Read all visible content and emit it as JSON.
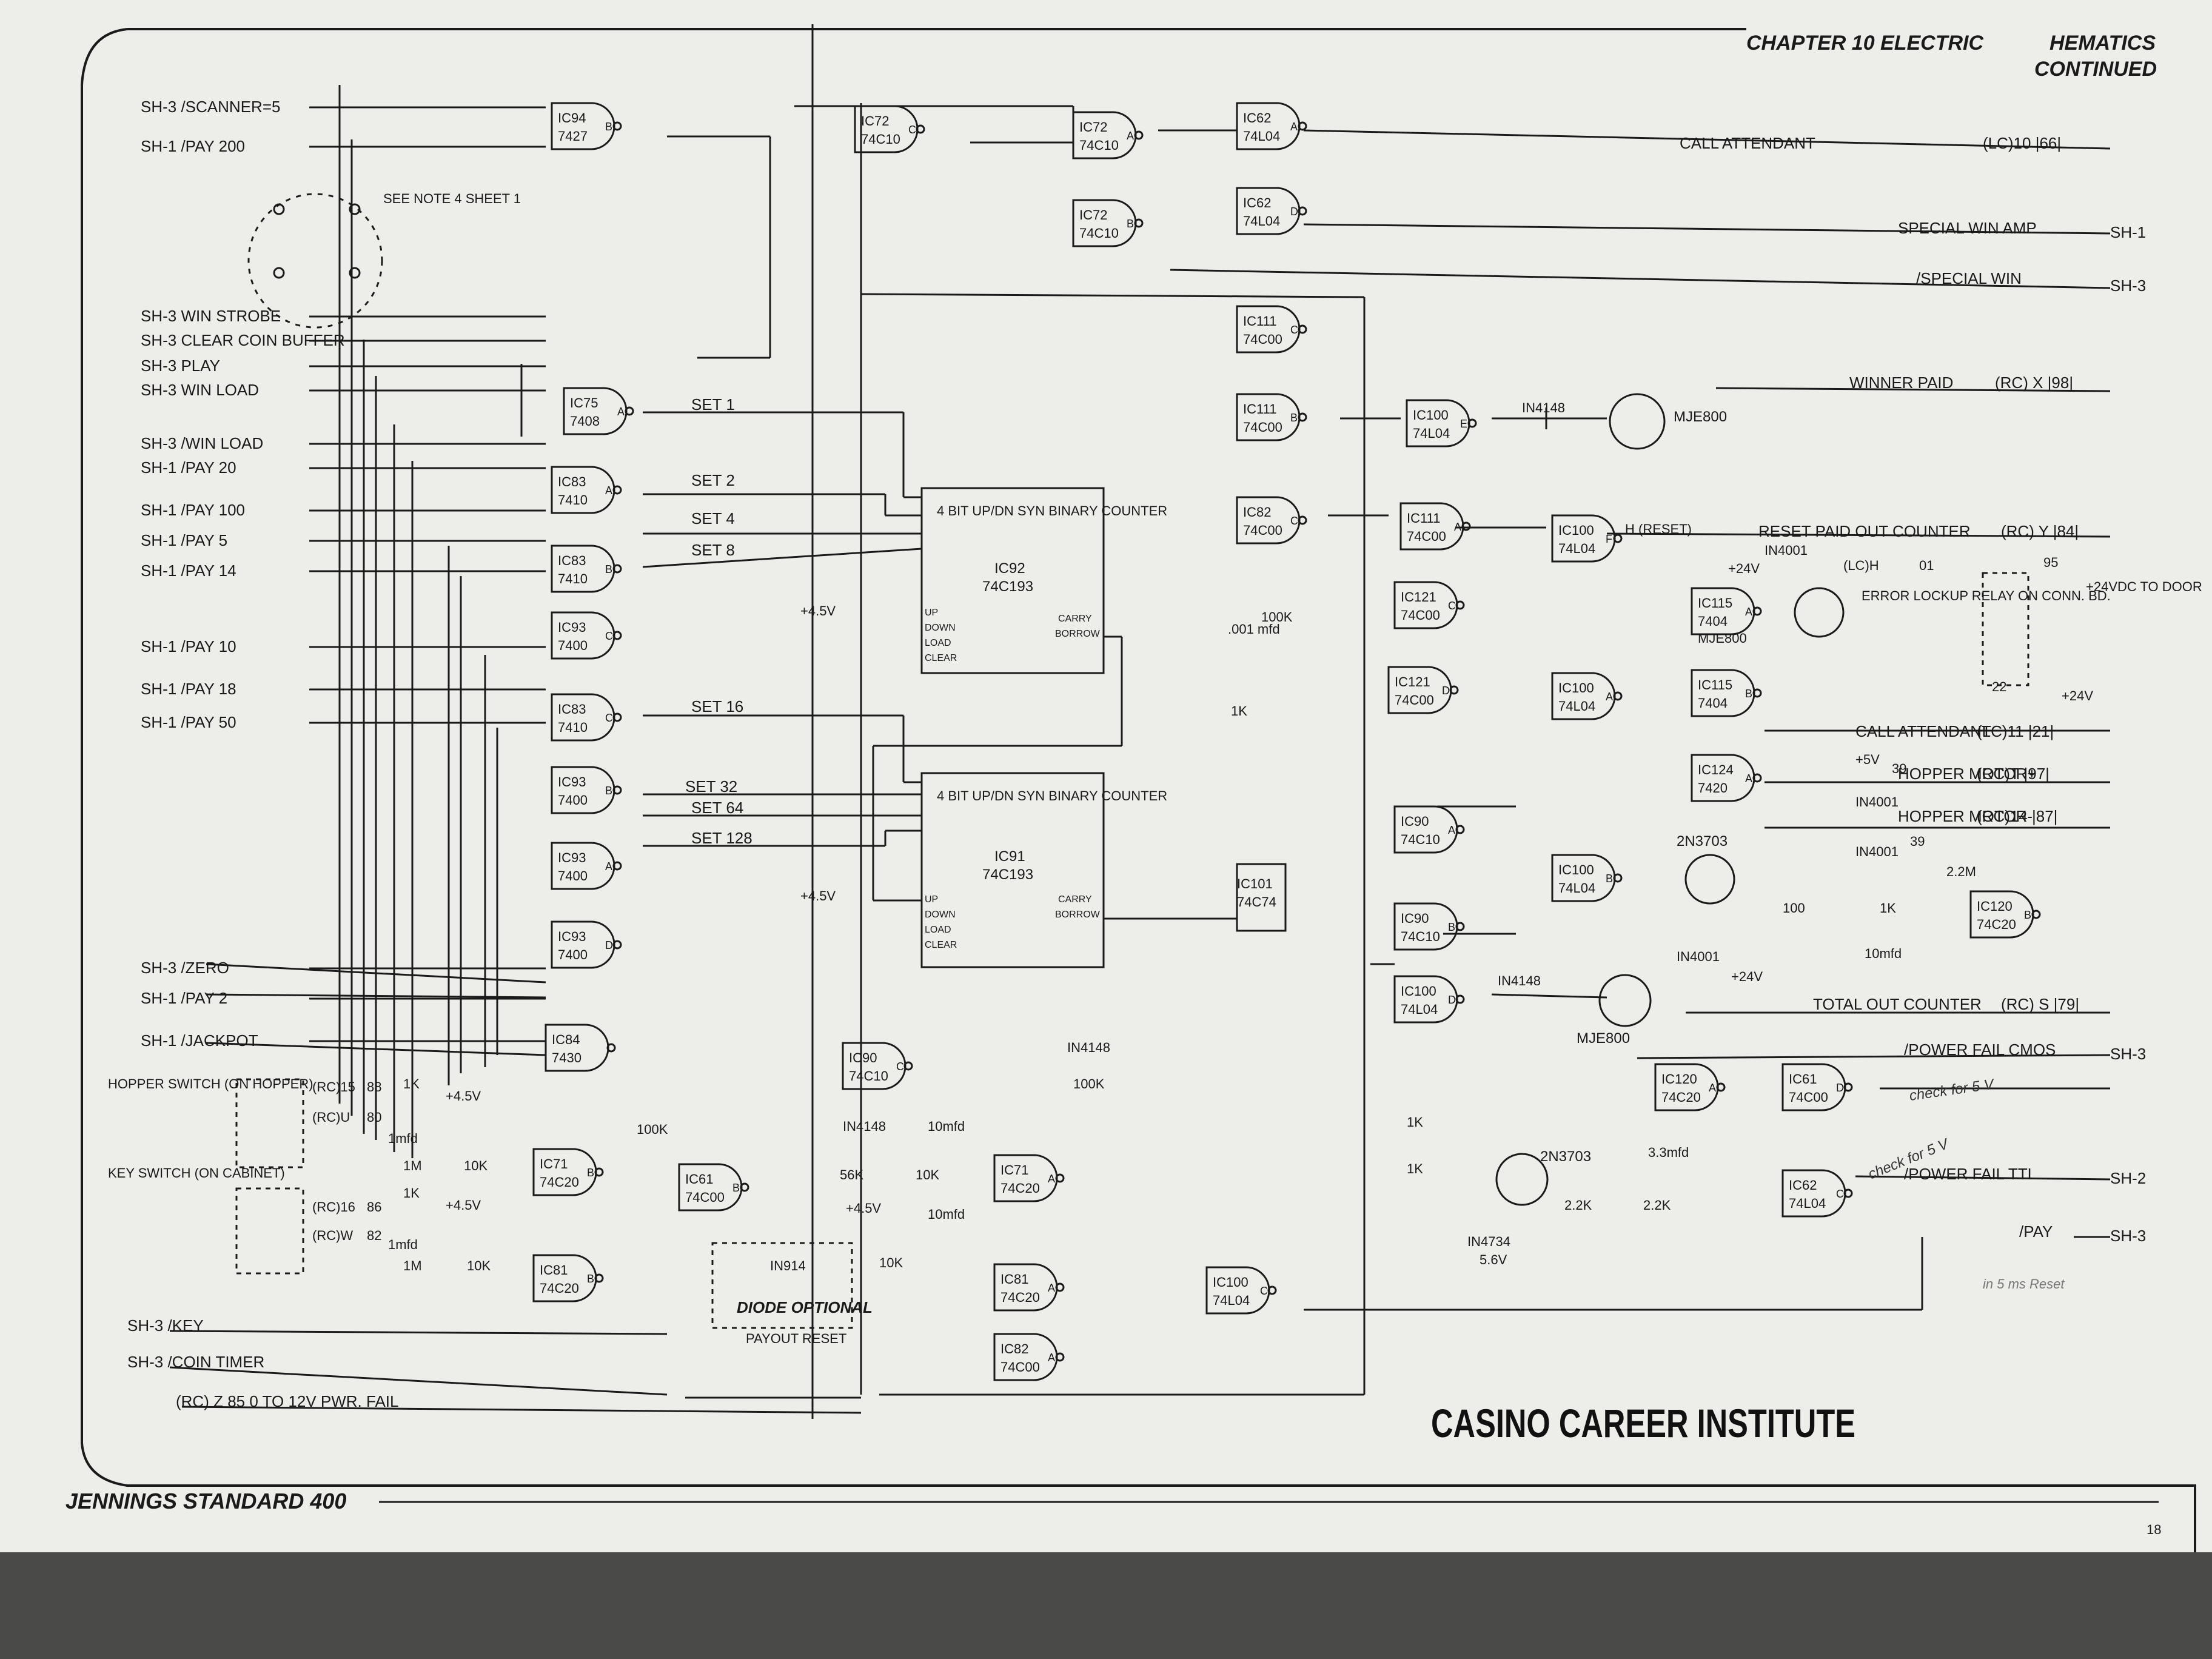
{
  "header": {
    "chapter": "CHAPTER 10 ELECTRIC",
    "chapter_suffix": "HEMATICS",
    "continued": "CONTINUED"
  },
  "footer": {
    "machine": "JENNINGS STANDARD 400",
    "institute": "CASINO CAREER INSTITUTE"
  },
  "inputs": [
    {
      "sheet": "SH-3",
      "label": "/SCANNER=5"
    },
    {
      "sheet": "SH-1",
      "label": "/PAY 200"
    },
    {
      "sheet": "SH-3",
      "label": "WIN STROBE"
    },
    {
      "sheet": "SH-3",
      "label": "CLEAR COIN BUFFER"
    },
    {
      "sheet": "SH-3",
      "label": "PLAY"
    },
    {
      "sheet": "SH-3",
      "label": "WIN LOAD"
    },
    {
      "sheet": "SH-3",
      "label": "/WIN LOAD"
    },
    {
      "sheet": "SH-1",
      "label": "/PAY 20"
    },
    {
      "sheet": "SH-1",
      "label": "/PAY 100"
    },
    {
      "sheet": "SH-1",
      "label": "/PAY 5"
    },
    {
      "sheet": "SH-1",
      "label": "/PAY 14"
    },
    {
      "sheet": "SH-1",
      "label": "/PAY 10"
    },
    {
      "sheet": "SH-1",
      "label": "/PAY 18"
    },
    {
      "sheet": "SH-1",
      "label": "/PAY 50"
    },
    {
      "sheet": "SH-3",
      "label": "/ZERO"
    },
    {
      "sheet": "SH-1",
      "label": "/PAY 2"
    },
    {
      "sheet": "SH-1",
      "label": "/JACKPOT"
    }
  ],
  "switches": {
    "hopper": "HOPPER SWITCH (ON HOPPER)",
    "key": "KEY SWITCH (ON CABINET)",
    "see_note": "SEE NOTE 4 SHEET 1",
    "connector_labels": [
      "(RC)15",
      "88",
      "(RC)U",
      "80",
      "(RC)16",
      "86",
      "(RC)W",
      "82"
    ],
    "bottom_inputs": [
      {
        "sheet": "SH-3",
        "label": "/KEY"
      },
      {
        "sheet": "SH-3",
        "label": "/COIN TIMER"
      },
      {
        "sheet": "(RC) Z",
        "label": "85  0 TO 12V PWR. FAIL"
      }
    ]
  },
  "gates": [
    {
      "id": "IC94",
      "part": "7427",
      "unit": "B"
    },
    {
      "id": "IC72",
      "part": "74C10",
      "unit": "C"
    },
    {
      "id": "IC72",
      "part": "74C10",
      "unit": "A"
    },
    {
      "id": "IC72",
      "part": "74C10",
      "unit": "B"
    },
    {
      "id": "IC62",
      "part": "74L04",
      "unit": "A"
    },
    {
      "id": "IC62",
      "part": "74L04",
      "unit": "D"
    },
    {
      "id": "IC111",
      "part": "74C00",
      "unit": "C"
    },
    {
      "id": "IC111",
      "part": "74C00",
      "unit": "B"
    },
    {
      "id": "IC75",
      "part": "7408",
      "unit": "A"
    },
    {
      "id": "IC83",
      "part": "7410",
      "unit": "A"
    },
    {
      "id": "IC83",
      "part": "7410",
      "unit": "B"
    },
    {
      "id": "IC93",
      "part": "7400",
      "unit": "C"
    },
    {
      "id": "IC83",
      "part": "7410",
      "unit": "C"
    },
    {
      "id": "IC93",
      "part": "7400",
      "unit": "B"
    },
    {
      "id": "IC93",
      "part": "7400",
      "unit": "A"
    },
    {
      "id": "IC93",
      "part": "7400",
      "unit": "D"
    },
    {
      "id": "IC84",
      "part": "7430",
      "unit": ""
    },
    {
      "id": "IC82",
      "part": "74C00",
      "unit": "C"
    },
    {
      "id": "IC100",
      "part": "74L04",
      "unit": "E"
    },
    {
      "id": "IC111",
      "part": "74C00",
      "unit": "A"
    },
    {
      "id": "IC121",
      "part": "74C00",
      "unit": "C"
    },
    {
      "id": "IC121",
      "part": "74C00",
      "unit": "D"
    },
    {
      "id": "IC100",
      "part": "74L04",
      "unit": "F"
    },
    {
      "id": "IC100",
      "part": "74L04",
      "unit": "A"
    },
    {
      "id": "IC115",
      "part": "7404",
      "unit": "A"
    },
    {
      "id": "IC115",
      "part": "7404",
      "unit": "B"
    },
    {
      "id": "IC124",
      "part": "7420",
      "unit": "A"
    },
    {
      "id": "IC90",
      "part": "74C10",
      "unit": "A"
    },
    {
      "id": "IC90",
      "part": "74C10",
      "unit": "B"
    },
    {
      "id": "IC100",
      "part": "74L04",
      "unit": "B"
    },
    {
      "id": "IC120",
      "part": "74C20",
      "unit": "B"
    },
    {
      "id": "IC100",
      "part": "74L04",
      "unit": "D"
    },
    {
      "id": "IC90",
      "part": "74C10",
      "unit": "C"
    },
    {
      "id": "IC71",
      "part": "74C20",
      "unit": "B"
    },
    {
      "id": "IC61",
      "part": "74C00",
      "unit": "B"
    },
    {
      "id": "IC71",
      "part": "74C20",
      "unit": "A"
    },
    {
      "id": "IC81",
      "part": "74C20",
      "unit": "B"
    },
    {
      "id": "IC81",
      "part": "74C20",
      "unit": "A"
    },
    {
      "id": "IC82",
      "part": "74C00",
      "unit": "A"
    },
    {
      "id": "IC100",
      "part": "74L04",
      "unit": "C"
    },
    {
      "id": "IC120",
      "part": "74C20",
      "unit": "A"
    },
    {
      "id": "IC61",
      "part": "74C00",
      "unit": "D"
    },
    {
      "id": "IC62",
      "part": "74L04",
      "unit": "C"
    }
  ],
  "counters": [
    {
      "title": "4 BIT UP/DN SYN BINARY COUNTER",
      "id": "IC92",
      "part": "74C193",
      "supply": "+4.5V",
      "pins_left": [
        "UP",
        "DOWN",
        "LOAD",
        "CLEAR"
      ],
      "pins_right": [
        "CARRY",
        "BORROW"
      ]
    },
    {
      "title": "4 BIT UP/DN SYN BINARY COUNTER",
      "id": "IC91",
      "part": "74C193",
      "supply": "+4.5V",
      "pins_left": [
        "UP",
        "DOWN",
        "LOAD",
        "CLEAR"
      ],
      "pins_right": [
        "CARRY",
        "BORROW"
      ]
    }
  ],
  "flipflop": {
    "id": "IC101",
    "part": "74C74"
  },
  "set_lines": [
    "SET 1",
    "SET 2",
    "SET 4",
    "SET 8",
    "SET 16",
    "SET 32",
    "SET 64",
    "SET 128"
  ],
  "outputs": [
    {
      "label": "CALL ATTENDANT",
      "conn": "(LC)10  |66|"
    },
    {
      "label": "SPECIAL WIN AMP",
      "conn": "SH-1"
    },
    {
      "label": "/SPECIAL WIN",
      "conn": "SH-3"
    },
    {
      "label": "WINNER PAID",
      "conn": "(RC) X  |98|"
    },
    {
      "label": "RESET PAID OUT COUNTER",
      "conn": "(RC) Y  |84|"
    },
    {
      "label": "CALL ATTENDANT",
      "conn": "(LC)11  |21|"
    },
    {
      "label": "HOPPER MOTOR+",
      "conn": "(RC)T  |97|"
    },
    {
      "label": "HOPPER MOTOR-",
      "conn": "(RC)14  |87|"
    },
    {
      "label": "TOTAL OUT COUNTER",
      "conn": "(RC) S  |79|"
    },
    {
      "label": "/POWER FAIL CMOS",
      "conn": "SH-3"
    },
    {
      "label": "/POWER FAIL TTL",
      "conn": "SH-2"
    },
    {
      "label": "/PAY",
      "conn": "SH-3"
    }
  ],
  "components": {
    "diode_1n4148": "IN4148",
    "diode_1n4001": "IN4001",
    "diode_1n914": "IN914",
    "transistor_mje800": "MJE800",
    "transistor_2n3703": "2N3703",
    "zener": "IN4734",
    "zener_volt": "5.6V",
    "r_1k": "1K",
    "r_100k": "100K",
    "r_10k": "10K",
    "r_56k": "56K",
    "r_22k": "2.2K",
    "r_100": "100",
    "r_2_2m": "2.2M",
    "r_39": "39",
    "r_1m": "1M",
    "c_001": ".001 mfd",
    "c_10mfd": "10mfd",
    "c_1mfd": "1mfd",
    "c_33mfd": "3.3mfd",
    "h_reset": "H (RESET)",
    "v24": "+24V",
    "v45": "+4.5V",
    "v5": "+5V",
    "v24door": "+24VDC TO DOOR",
    "relay": "ERROR LOCKUP RELAY ON CONN. BD.",
    "relay_pins": [
      "(LC)H",
      "01",
      "95",
      "22"
    ],
    "diode_optional": "DIODE OPTIONAL",
    "payout_reset": "PAYOUT RESET"
  },
  "handwritten": {
    "note1": "check for 5 V",
    "note2": "check for 5 V",
    "note3": "in 5 ms Reset"
  },
  "page_mark": "18"
}
